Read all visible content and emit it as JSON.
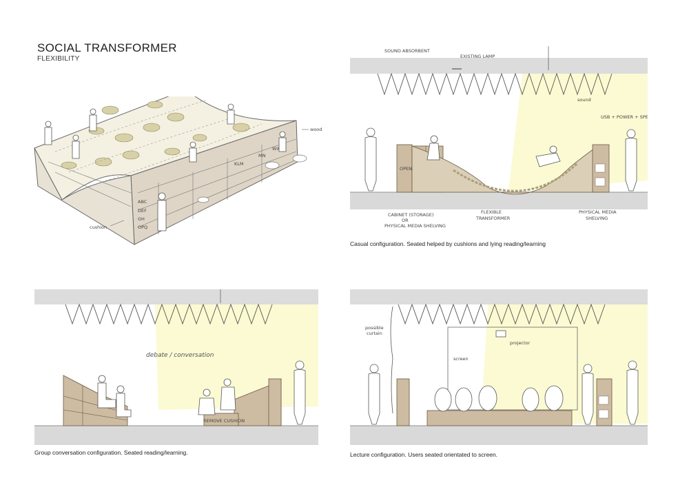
{
  "header": {
    "title": "SOCIAL TRANSFORMER",
    "subtitle": "FLEXIBILITY"
  },
  "colors": {
    "ceiling": "#dcdcdc",
    "floor": "#d9d9d9",
    "light": "#fbfad2",
    "wood": "#cdbba2",
    "cushion": "#d8d0a6",
    "ink": "#555555"
  },
  "isometric": {
    "labels": {
      "wood": "wood",
      "cushion": "cushion"
    },
    "shelf_letters": [
      "ABC",
      "DEF",
      "GH",
      "OPQ",
      "KLM",
      "MN",
      "WXY"
    ]
  },
  "casual": {
    "annotations": {
      "sound_absorbent": "SOUND ABSORBENT",
      "existing_lamp": "EXISTING LAMP",
      "sound": "sound",
      "usb": "USB + POWER + SPEAKER",
      "cabinet_1": "CABINET (STORAGE)",
      "cabinet_2": "OR",
      "cabinet_3": "PHYSICAL MEDIA SHELVING",
      "flexible_1": "FLEXIBLE",
      "flexible_2": "TRANSFORMER",
      "physical_1": "PHYSICAL MEDIA",
      "physical_2": "SHELVING",
      "open": "OPEN"
    },
    "caption": "Casual configuration. Seated helped by cushions and lying reading/learning"
  },
  "group": {
    "annotations": {
      "debate": "debate / conversation",
      "remove_cushion": "REMOVE CUSHION"
    },
    "caption": "Group conversation configuration. Seated reading/learning."
  },
  "lecture": {
    "annotations": {
      "possible_curtain_1": "possible",
      "possible_curtain_2": "curtain",
      "projector": "projector",
      "screen": "screen"
    },
    "caption": "Lecture configuration. Users seated orientated to screen."
  }
}
